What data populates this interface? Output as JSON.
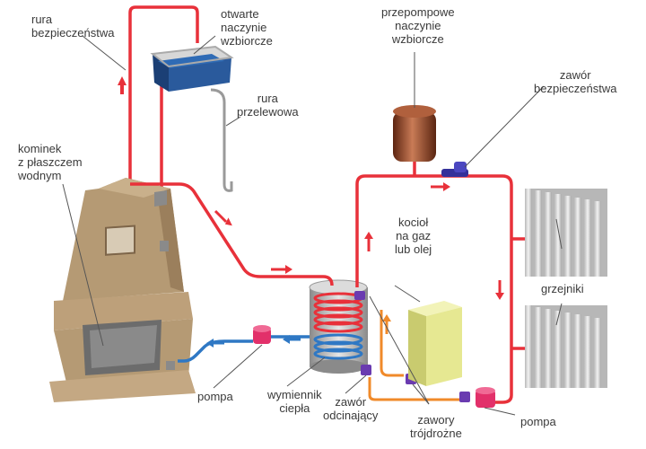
{
  "labels": {
    "safety_pipe": "rura\nbezpieczeństwa",
    "open_tank": "otwarte\nnaczynie\nwzbiorcze",
    "overflow_pipe": "rura\nprzelewowa",
    "fireplace": "kominek\nz płaszczem\nwodnym",
    "pressure_tank": "przepompowe\nnaczynie\nwzbiorcze",
    "safety_valve": "zawór\nbezpieczeństwa",
    "boiler": "kocioł\nna gaz\nlub olej",
    "radiators": "grzejniki",
    "pump_left": "pompa",
    "heat_exchanger": "wymiennik\nciepła",
    "shutoff_valve": "zawór\nodcinający",
    "three_way_valves": "zawory\ntrójdrożne",
    "pump_right": "pompa"
  },
  "colors": {
    "hot_pipe": "#e8313a",
    "cold_pipe": "#2f78c4",
    "return_pipe": "#f08a2a",
    "fireplace": "#b59a74",
    "boiler": "#e6e892",
    "tank_blue": "#1f4d8a",
    "pressure_tank": "#8a3c22",
    "pump": "#e2306a",
    "valve": "#6a3bb0",
    "radiator": "#d9d9d9"
  }
}
